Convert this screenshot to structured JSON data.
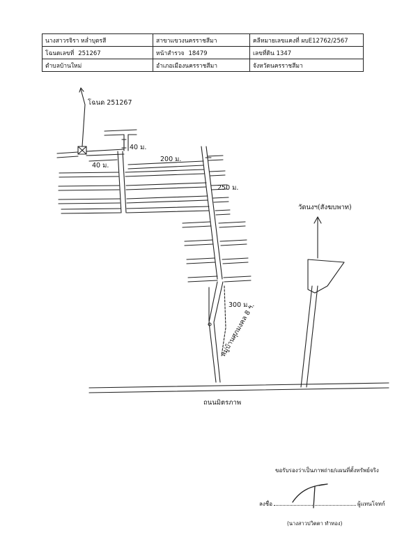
{
  "header": {
    "owner": "นางสาวรจิรา หล่ำบุตรสี",
    "office": "สาขาแขวงนครราชสีมา",
    "app_label": "คลีหมายเลขแคงที่ ผบ",
    "app_no": "E12762/2567",
    "deed_label": "โฉนดเลขที่",
    "deed_no": "251267",
    "page_label": "หน้าสำรวจ",
    "page_no": "18479",
    "land_label": "เลขที่ดิน",
    "land_no": "1347",
    "subdistrict": "ตำบลบ้านใหม่",
    "district": "อำเภอเมืองนครราชสีมา",
    "province": "จังหวัดนครราชสีมา"
  },
  "map_labels": {
    "deed": "โฉนด 251267",
    "d40a": "40 ม.",
    "d40b": "40 ม.",
    "d200": "200 ม.",
    "d250": "250 ม.",
    "d300": "300 ม.",
    "village": "หมู่บ้านศุภมงคล 8 ฯ.",
    "temple": "วัดนงฯ(สังฆบพาท)",
    "highway": "ถนนมิตรภาพ"
  },
  "footer": {
    "certify": "ขอรับรองว่าเป็นภาพถ่าย/แผนที่ตั้งทรัพย์จริง",
    "sign_prefix": "ลงชื่อ",
    "sign_suffix": "ผู้แทนโจทก์",
    "signer": "(นางสาวปวิตตา ทำทอง)"
  }
}
